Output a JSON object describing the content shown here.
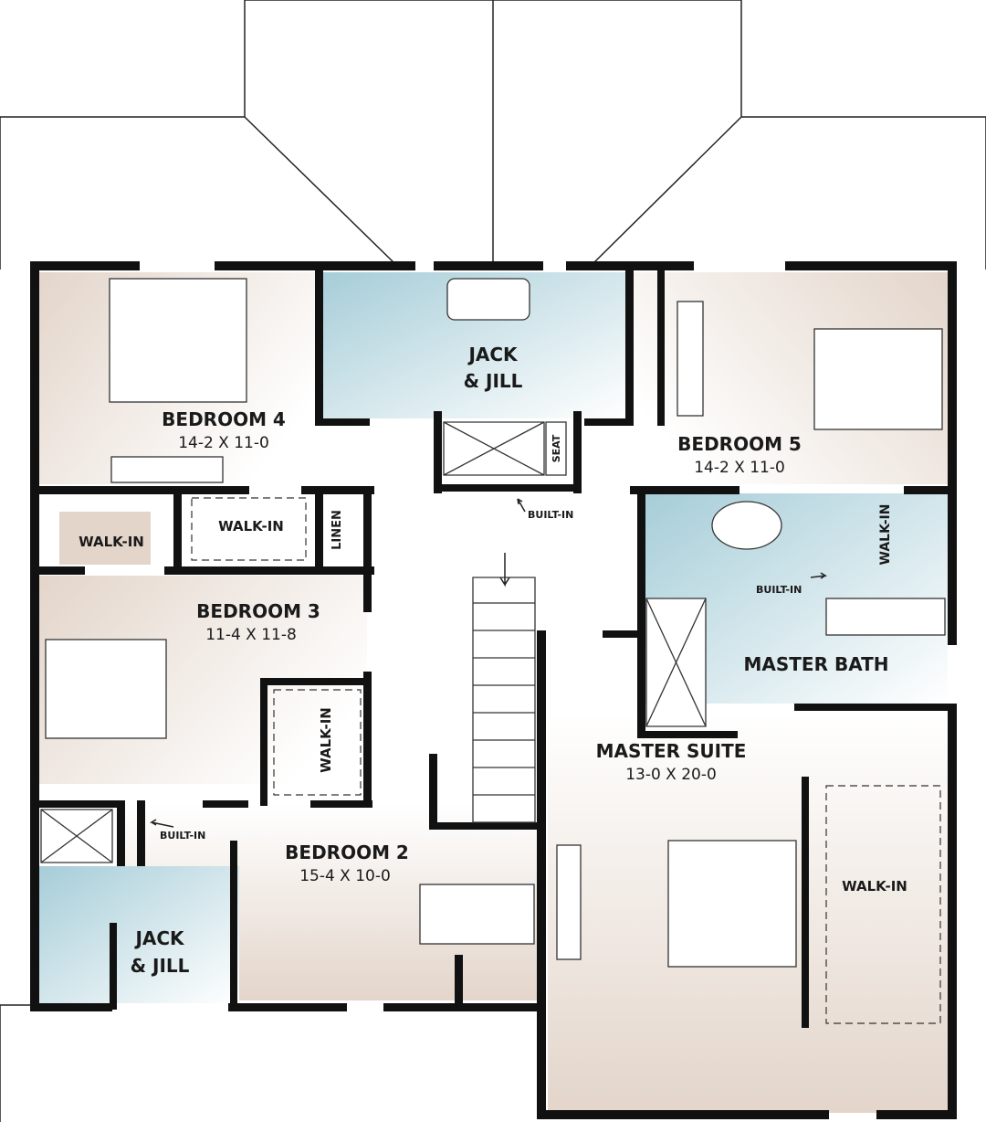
{
  "plan": {
    "colors": {
      "bedroom": "#e6d9cf",
      "bath": "#a8cfd9",
      "wall": "#111111"
    },
    "rooms": {
      "bedroom4": {
        "label": "BEDROOM 4",
        "dims": "14-2 X 11-0"
      },
      "bedroom5": {
        "label": "BEDROOM 5",
        "dims": "14-2 X 11-0"
      },
      "bedroom3": {
        "label": "BEDROOM 3",
        "dims": "11-4 X 11-8"
      },
      "bedroom2": {
        "label": "BEDROOM 2",
        "dims": "15-4 X 10-0"
      },
      "master_suite": {
        "label": "MASTER SUITE",
        "dims": "13-0 X 20-0"
      },
      "master_bath": {
        "label": "MASTER BATH"
      },
      "jack_jill_top": {
        "line1": "JACK",
        "line2": "& JILL"
      },
      "jack_jill_bottom": {
        "line1": "JACK",
        "line2": "& JILL"
      }
    },
    "closets": {
      "walkin_b3": "WALK-IN",
      "walkin_b4": "WALK-IN",
      "walkin_b5": "WALK-IN",
      "walkin_b2": "WALK-IN",
      "walkin_master": "WALK-IN",
      "linen": "LINEN",
      "seat": "SEAT"
    },
    "notes": {
      "builtin_hall": "BUILT-IN",
      "builtin_master_bath": "BUILT-IN",
      "builtin_bath2": "BUILT-IN"
    }
  }
}
